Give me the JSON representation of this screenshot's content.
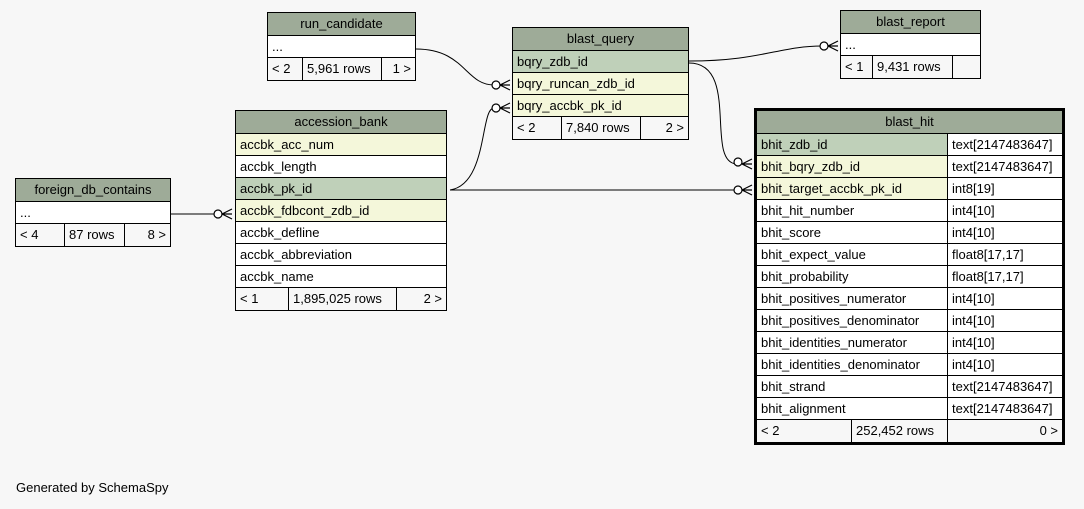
{
  "tables": {
    "run_candidate": {
      "name": "run_candidate",
      "rows": [
        "..."
      ],
      "footer": {
        "parents": "< 2",
        "rows": "5,961 rows",
        "children": "1 >"
      }
    },
    "blast_query": {
      "name": "blast_query",
      "rows": [
        "bqry_zdb_id",
        "bqry_runcan_zdb_id",
        "bqry_accbk_pk_id"
      ],
      "footer": {
        "parents": "< 2",
        "rows": "7,840 rows",
        "children": "2 >"
      }
    },
    "blast_report": {
      "name": "blast_report",
      "rows": [
        "..."
      ],
      "footer": {
        "parents": "< 1",
        "rows": "9,431 rows",
        "children": ""
      }
    },
    "accession_bank": {
      "name": "accession_bank",
      "rows": [
        "accbk_acc_num",
        "accbk_length",
        "accbk_pk_id",
        "accbk_fdbcont_zdb_id",
        "accbk_defline",
        "accbk_abbreviation",
        "accbk_name"
      ],
      "footer": {
        "parents": "< 1",
        "rows": "1,895,025 rows",
        "children": "2 >"
      }
    },
    "foreign_db_contains": {
      "name": "foreign_db_contains",
      "rows": [
        "..."
      ],
      "footer": {
        "parents": "< 4",
        "rows": "87 rows",
        "children": "8 >"
      }
    },
    "blast_hit": {
      "name": "blast_hit",
      "columns": [
        {
          "name": "bhit_zdb_id",
          "type": "text[2147483647]"
        },
        {
          "name": "bhit_bqry_zdb_id",
          "type": "text[2147483647]"
        },
        {
          "name": "bhit_target_accbk_pk_id",
          "type": "int8[19]"
        },
        {
          "name": "bhit_hit_number",
          "type": "int4[10]"
        },
        {
          "name": "bhit_score",
          "type": "int4[10]"
        },
        {
          "name": "bhit_expect_value",
          "type": "float8[17,17]"
        },
        {
          "name": "bhit_probability",
          "type": "float8[17,17]"
        },
        {
          "name": "bhit_positives_numerator",
          "type": "int4[10]"
        },
        {
          "name": "bhit_positives_denominator",
          "type": "int4[10]"
        },
        {
          "name": "bhit_identities_numerator",
          "type": "int4[10]"
        },
        {
          "name": "bhit_identities_denominator",
          "type": "int4[10]"
        },
        {
          "name": "bhit_strand",
          "type": "text[2147483647]"
        },
        {
          "name": "bhit_alignment",
          "type": "text[2147483647]"
        }
      ],
      "footer": {
        "parents": "< 2",
        "rows": "252,452 rows",
        "children": "0 >"
      }
    }
  },
  "colors": {
    "header": "#9eab98",
    "primary_key_row": "#bfd0b9",
    "foreign_key_row": "#f4f7da",
    "background": "#f7f7f7"
  },
  "generated_by": "Generated by SchemaSpy"
}
